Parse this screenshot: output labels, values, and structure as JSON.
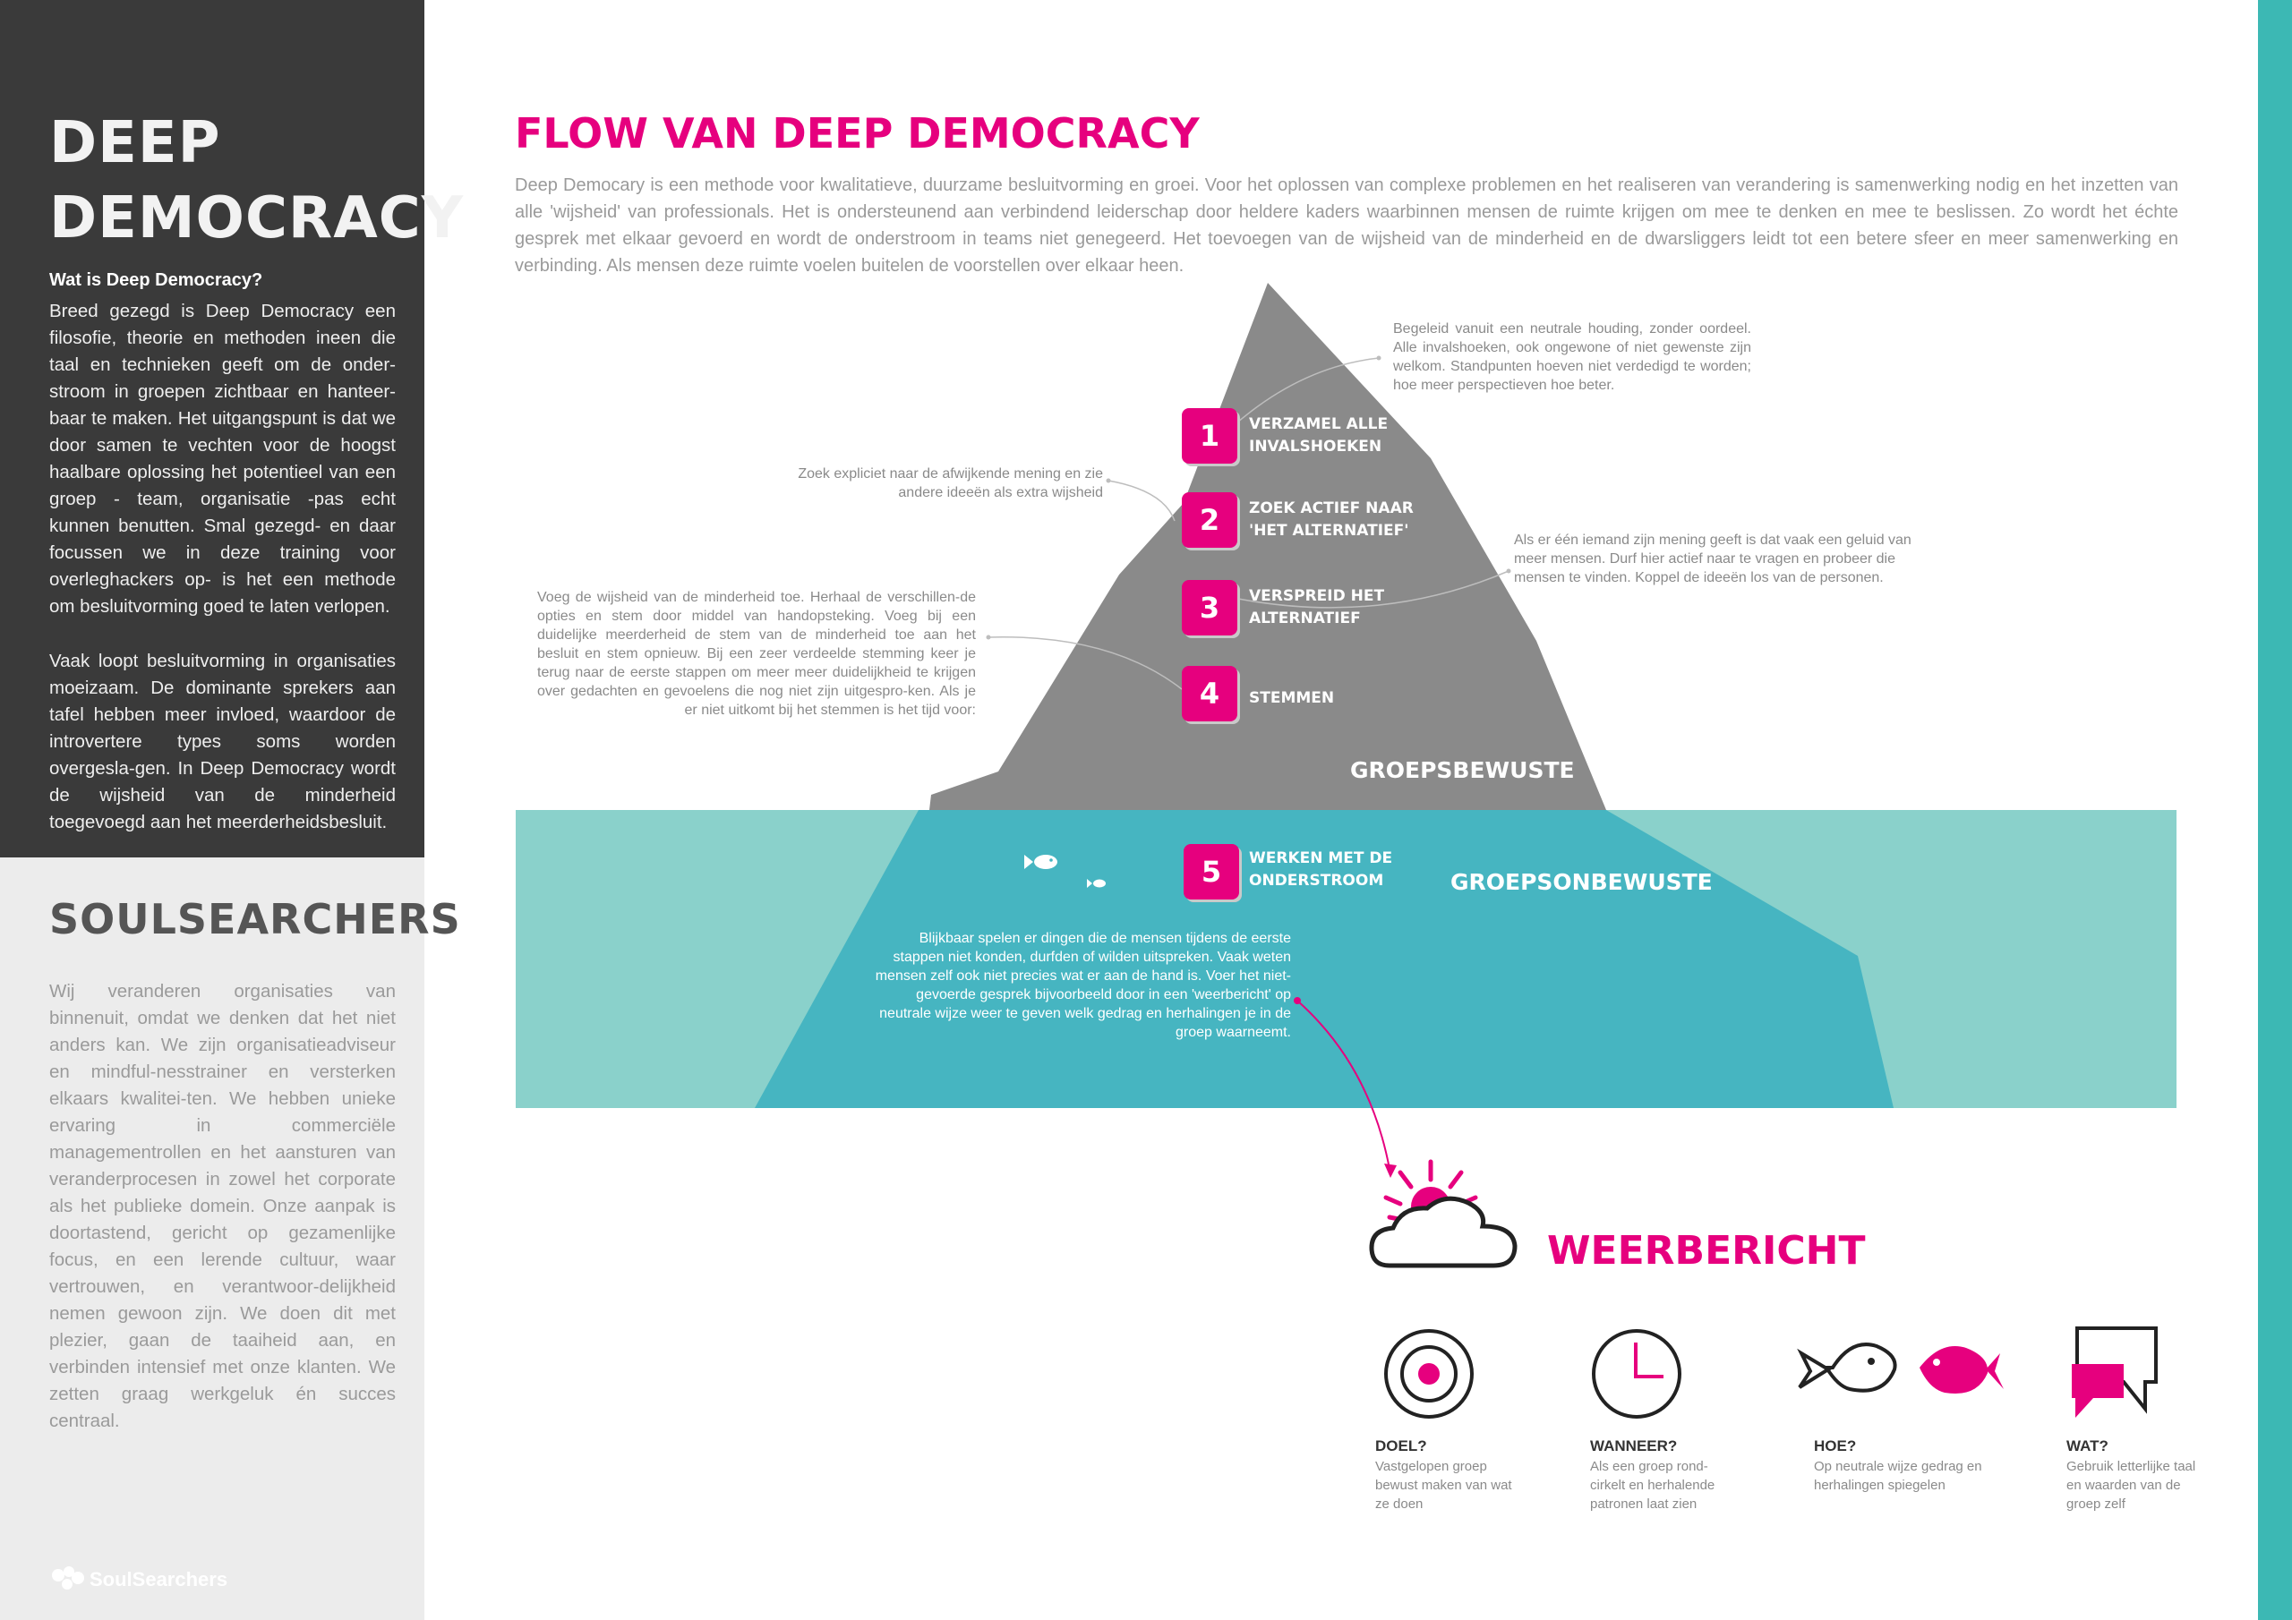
{
  "sidebar": {
    "title_line1": "DEEP",
    "title_line2": "DEMOCRACY",
    "question": "Wat is Deep Democracy?",
    "paragraph1": "Breed gezegd is Deep Democracy een filosofie, theorie en methoden ineen die taal en technieken geeft om de onder-stroom in groepen zichtbaar en hanteer-baar te maken. Het uitgangspunt is dat we door samen te vechten voor de hoogst haalbare oplossing het potentieel van een groep - team, organisatie -pas echt kunnen benutten. Smal gezegd- en daar focussen we in deze training voor overleghackers op- is het een methode om besluitvorming goed te laten verlopen.",
    "paragraph2": "Vaak loopt besluitvorming in organisaties moeizaam. De dominante sprekers aan tafel hebben meer invloed, waardoor de introvertere types soms worden overgesla-gen. In Deep Democracy wordt de wijsheid van de minderheid toegevoegd aan het meerderheidsbesluit.",
    "title2": "SOULSEARCHERS",
    "paragraph3": "Wij veranderen organisaties van binnenuit, omdat we denken dat het niet anders kan. We zijn organisatieadviseur en mindful-nesstrainer en versterken elkaars kwalitei-ten. We hebben unieke ervaring in commerciële managementrollen en het aansturen van veranderprocesen in zowel het corporate als het publieke domein. Onze aanpak is doortastend, gericht op gezamenlijke focus, en een lerende cultuur, waar vertrouwen, en verantwoor-delijkheid nemen gewoon zijn. We doen dit met plezier, gaan de taaiheid aan, en verbinden intensief met onze klanten. We zetten graag werkgeluk én succes centraal.",
    "logo_text": "SoulSearchers"
  },
  "main": {
    "title": "FLOW VAN DEEP DEMOCRACY",
    "intro": "Deep Democary is een methode voor kwalitatieve, duurzame besluitvorming en groei. Voor het oplossen van complexe problemen en het realiseren van verandering is samenwerking nodig en het inzetten van alle 'wijsheid' van professionals. Het is ondersteunend aan verbindend leiderschap door heldere kaders waarbinnen mensen de ruimte krijgen om mee te denken en mee te beslissen. Zo wordt het échte gesprek met elkaar gevoerd en wordt de onderstroom in teams niet genegeerd. Het toevoegen van de wijsheid van de minderheid en de dwarsliggers leidt tot een betere sfeer en meer samenwerking en verbinding. Als mensen deze ruimte voelen buitelen de voorstellen over elkaar heen."
  },
  "steps": [
    {
      "number": "1",
      "label": "VERZAMEL ALLE INVALSHOEKEN"
    },
    {
      "number": "2",
      "label": "ZOEK ACTIEF NAAR 'HET ALTERNATIEF'"
    },
    {
      "number": "3",
      "label": "VERSPREID HET ALTERNATIEF"
    },
    {
      "number": "4",
      "label": "STEMMEN"
    },
    {
      "number": "5",
      "label": "WERKEN MET DE ONDERSTROOM"
    }
  ],
  "notes": {
    "n1": "Begeleid vanuit een neutrale houding, zonder oordeel. Alle invalshoeken, ook ongewone of niet gewenste zijn welkom. Standpunten hoeven niet verdedigd te worden; hoe meer perspectieven hoe beter.",
    "n2": "Zoek expliciet naar de afwijkende mening en zie andere ideeën als extra wijsheid",
    "n3": "Als er één iemand zijn mening geeft is dat vaak een geluid van meer mensen. Durf hier actief naar te vragen en probeer die mensen te vinden. Koppel de ideeën los van de personen.",
    "n4": "Voeg de wijsheid van de minderheid toe. Herhaal de verschillen-de opties en stem door middel van handopsteking. Voeg bij een duidelijke meerderheid de stem van de minderheid toe aan het besluit en stem opnieuw. Bij een zeer verdeelde stemming keer je terug naar de eerste stappen om meer meer duidelijkheid te krijgen over gedachten en gevoelens die nog niet zijn uitgespro-ken. Als je er niet uitkomt bij het stemmen is het tijd voor:",
    "n5": "Blijkbaar spelen er dingen die de mensen tijdens de eerste stappen niet konden, durfden of wilden uitspreken. Vaak weten mensen zelf ook niet precies wat er aan de hand is. Voer het niet-gevoerde gesprek bijvoorbeeld door in een 'weerbericht' op neutrale wijze weer te geven welk gedrag en herhalingen je in de groep waarneemt."
  },
  "zones": {
    "aware": "GROEPSBEWUSTE",
    "unaware": "GROEPSONBEWUSTE"
  },
  "weather": {
    "title": "WEERBERICHT",
    "columns": [
      {
        "heading": "DOEL?",
        "text": "Vastgelopen groep bewust maken van wat ze doen",
        "icon": "target-icon"
      },
      {
        "heading": "WANNEER?",
        "text": "Als een groep rond-cirkelt en herhalende patronen laat zien",
        "icon": "clock-icon"
      },
      {
        "heading": "HOE?",
        "text": "Op neutrale wijze gedrag en herhalingen spiegelen",
        "icon": "fish-icon"
      },
      {
        "heading": "WAT?",
        "text": "Gebruik letterlijke taal en waarden van de groep zelf",
        "icon": "speech-bubbles-icon"
      }
    ]
  },
  "colors": {
    "magenta": "#e6007e",
    "teal": "#3cb8b4",
    "teal_light": "#8ad1cb",
    "iceberg_grey": "#8a8a8a",
    "sidebar_dark": "#3a3a3a",
    "sidebar_light": "#ececec"
  }
}
